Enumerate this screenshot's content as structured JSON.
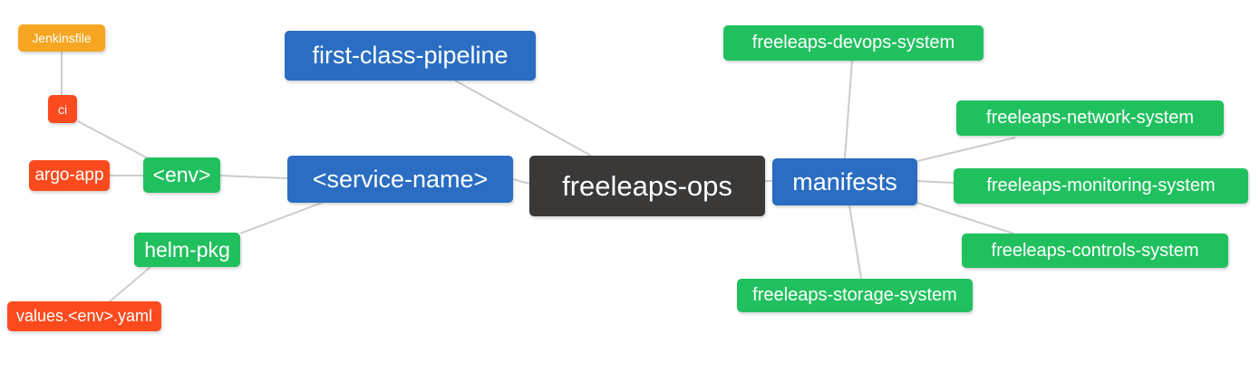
{
  "diagram": {
    "type": "mindmap",
    "root_label": "freeleaps-ops",
    "edge_color": "#cccccc",
    "palette": {
      "center_dark": "#3B3838",
      "branch_blue": "#2A6DC2",
      "leaf_green": "#21C05F",
      "leaf_red": "#FB4B1E",
      "leaf_orange": "#F6A623",
      "text": "#ffffff"
    },
    "nodes": {
      "freeleaps_ops": {
        "label": "freeleaps-ops",
        "color": "#3B3838"
      },
      "first_class_pipeline": {
        "label": "first-class-pipeline",
        "color": "#2A6DC2"
      },
      "service_name": {
        "label": "<service-name>",
        "color": "#2A6DC2"
      },
      "manifests": {
        "label": "manifests",
        "color": "#2A6DC2"
      },
      "env": {
        "label": "<env>",
        "color": "#21C05F"
      },
      "helm_pkg": {
        "label": "helm-pkg",
        "color": "#21C05F"
      },
      "ci": {
        "label": "ci",
        "color": "#FB4B1E"
      },
      "argo_app": {
        "label": "argo-app",
        "color": "#FB4B1E"
      },
      "values_env_yaml": {
        "label": "values.<env>.yaml",
        "color": "#FB4B1E"
      },
      "jenkinsfile": {
        "label": "Jenkinsfile",
        "color": "#F6A623"
      },
      "devops_system": {
        "label": "freeleaps-devops-system",
        "color": "#21C05F"
      },
      "network_system": {
        "label": "freeleaps-network-system",
        "color": "#21C05F"
      },
      "monitoring_system": {
        "label": "freeleaps-monitoring-system",
        "color": "#21C05F"
      },
      "controls_system": {
        "label": "freeleaps-controls-system",
        "color": "#21C05F"
      },
      "storage_system": {
        "label": "freeleaps-storage-system",
        "color": "#21C05F"
      }
    },
    "edges": [
      [
        "jenkinsfile",
        "ci"
      ],
      [
        "ci",
        "env"
      ],
      [
        "argo_app",
        "env"
      ],
      [
        "env",
        "service_name"
      ],
      [
        "helm_pkg",
        "service_name"
      ],
      [
        "values_env_yaml",
        "helm_pkg"
      ],
      [
        "first_class_pipeline",
        "freeleaps_ops"
      ],
      [
        "service_name",
        "freeleaps_ops"
      ],
      [
        "freeleaps_ops",
        "manifests"
      ],
      [
        "manifests",
        "devops_system"
      ],
      [
        "manifests",
        "network_system"
      ],
      [
        "manifests",
        "monitoring_system"
      ],
      [
        "manifests",
        "controls_system"
      ],
      [
        "manifests",
        "storage_system"
      ]
    ]
  }
}
